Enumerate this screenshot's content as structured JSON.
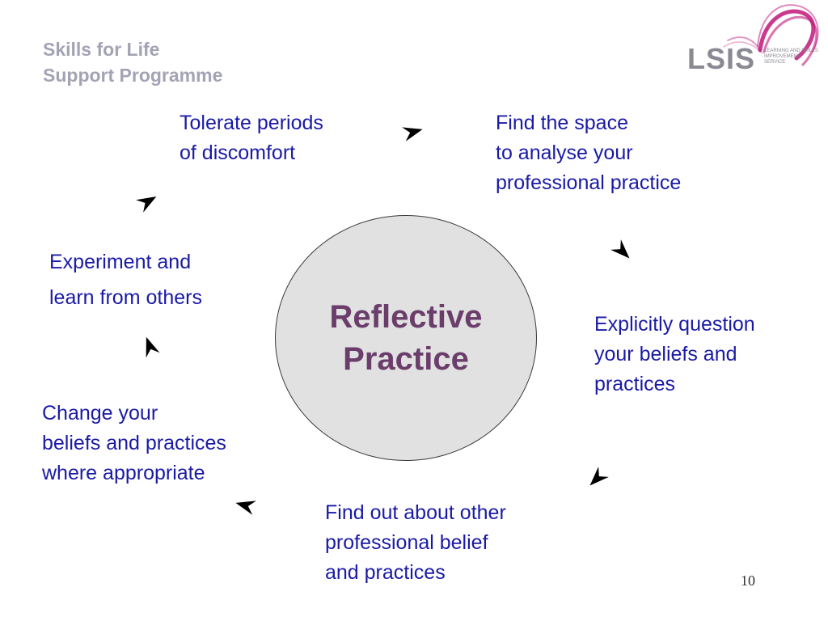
{
  "header": {
    "line1": "Skills for Life",
    "line2": "Support Programme"
  },
  "logo": {
    "wordmark": "LSIS",
    "tagline": "LEARNING AND SKILLS IMPROVEMENT SERVICE",
    "ribbon_color": "#c0187a"
  },
  "hub": {
    "label": "Reflective\nPractice"
  },
  "steps": [
    {
      "id": "tolerate",
      "text": "Tolerate periods\nof discomfort"
    },
    {
      "id": "find-space",
      "text": "Find the space\nto analyse your\nprofessional practice"
    },
    {
      "id": "question",
      "text": "Explicitly question\nyour beliefs and\npractices"
    },
    {
      "id": "find-out",
      "text": "Find out about other\nprofessional belief\nand practices"
    },
    {
      "id": "change",
      "text": "Change your\nbeliefs and practices\nwhere appropriate"
    },
    {
      "id": "experiment",
      "text": "Experiment and\nlearn from others"
    }
  ],
  "colors": {
    "step_text": "#1a1aa6",
    "hub_text": "#6b3d6b",
    "hub_fill": "#e1e1e1",
    "header_text": "#a3a3b5"
  },
  "page_number": "10"
}
